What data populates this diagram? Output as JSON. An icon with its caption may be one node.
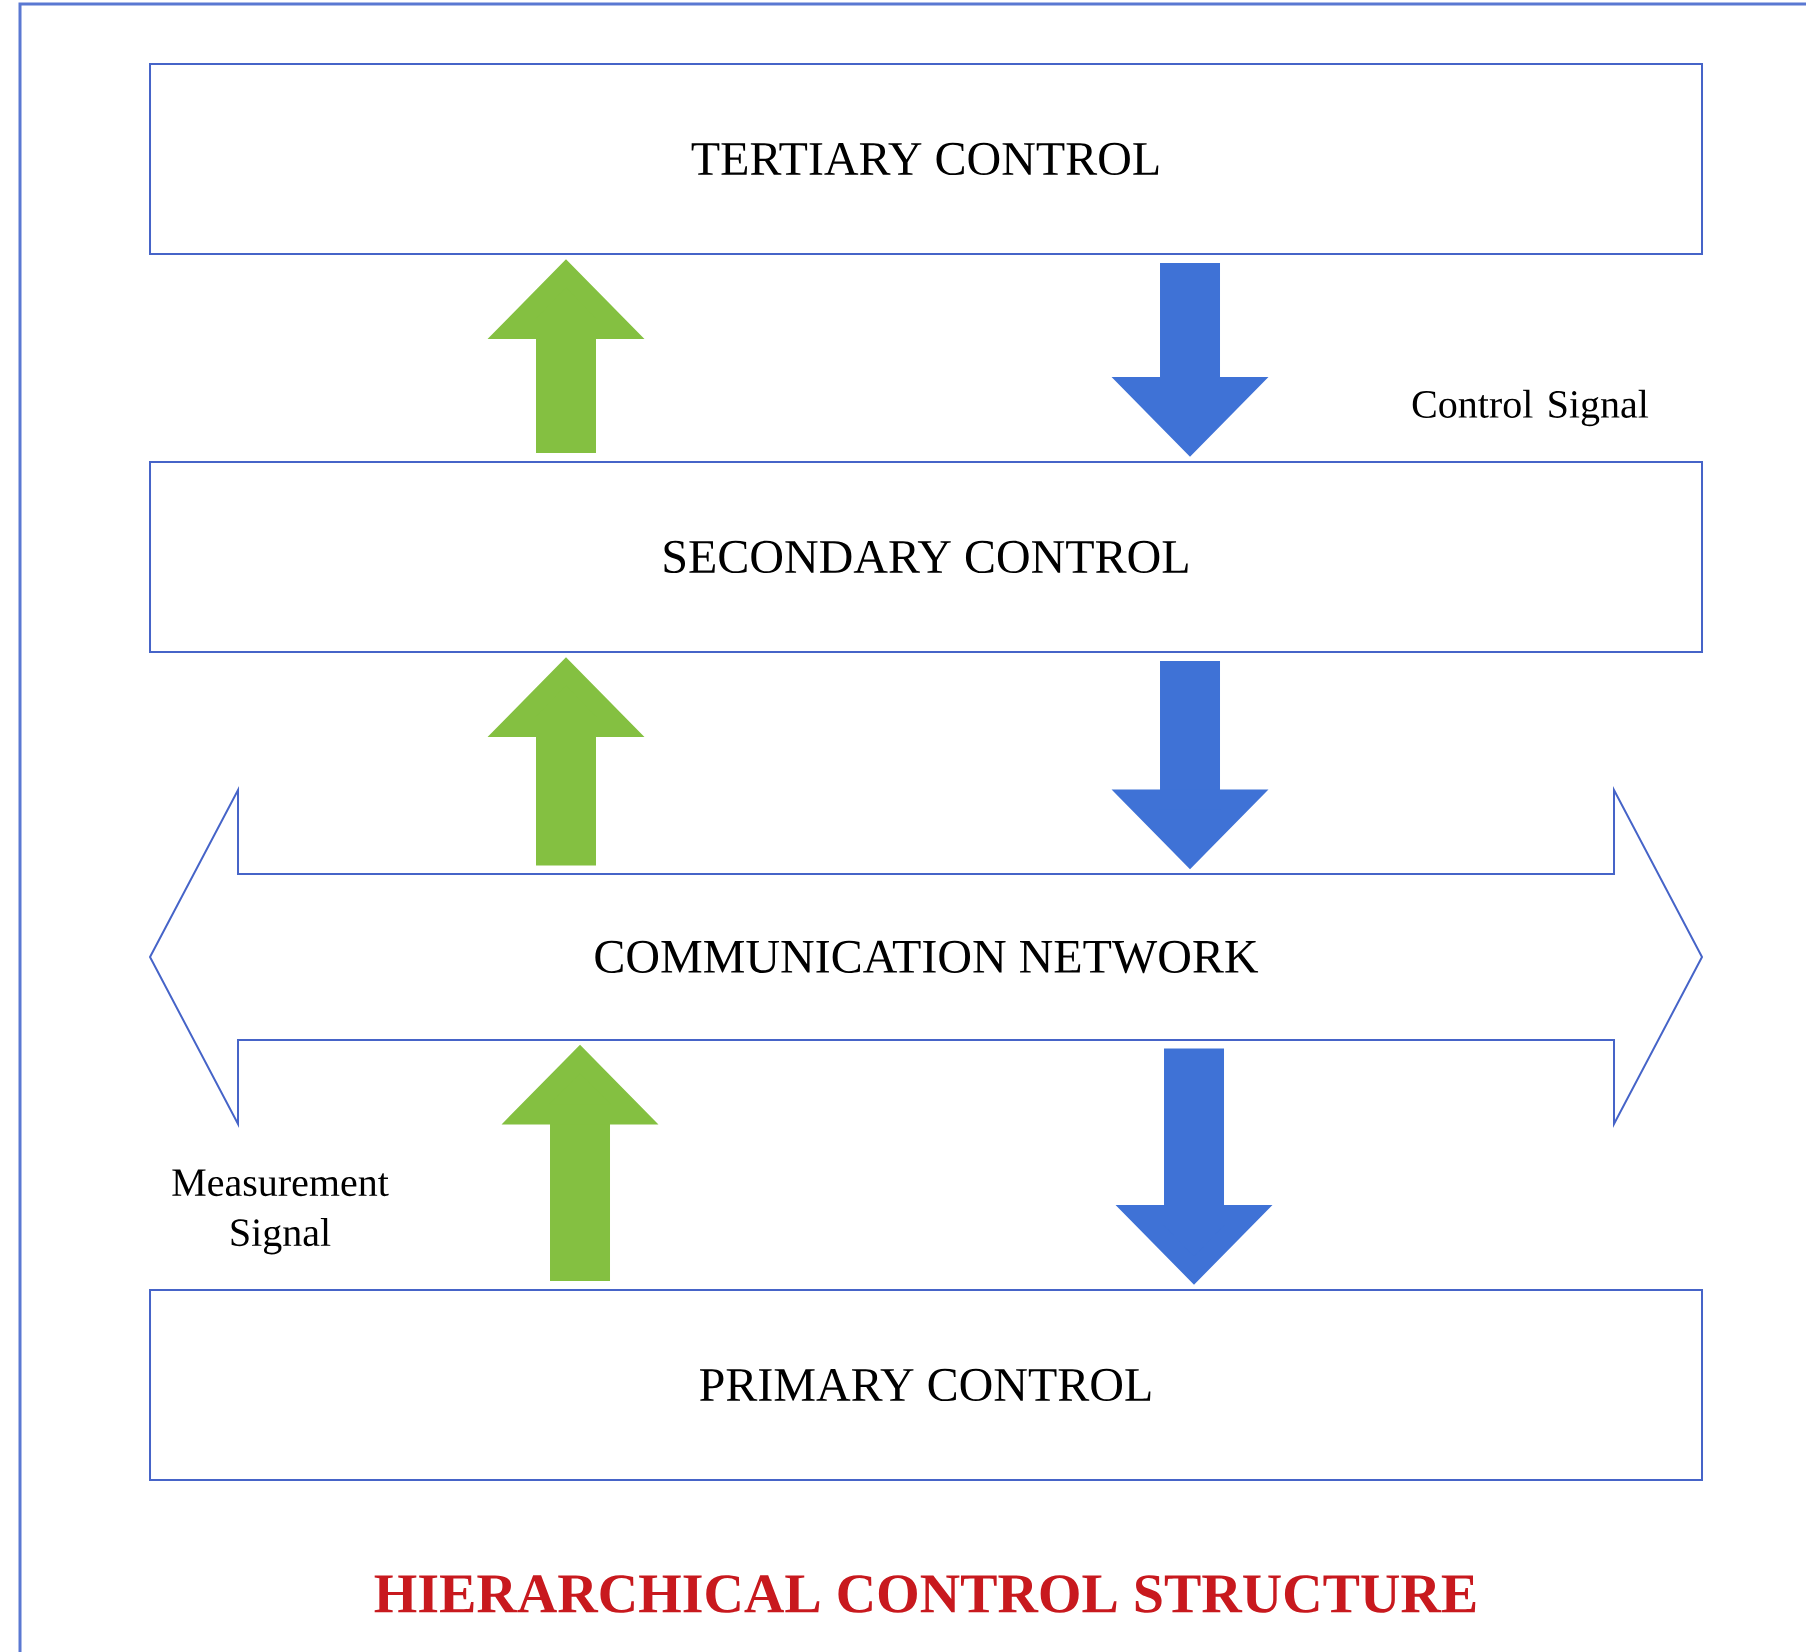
{
  "diagram": {
    "caption": "HIERARCHICAL CONTROL STRUCTURE",
    "nodes": [
      {
        "text": [
          "TERTIARY CONTROL"
        ]
      },
      {
        "text": [
          "SECONDARY CONTROL"
        ]
      },
      {
        "text": [
          "COMMUNICATION NETWORK"
        ]
      },
      {
        "text": [
          "PRIMARY CONTROL"
        ]
      }
    ],
    "edges": [
      {
        "from": 1,
        "to": 0,
        "arrow": "to",
        "color": "#84c041"
      },
      {
        "from": 0,
        "to": 1,
        "arrow": "to",
        "color": "#3f72d6"
      },
      {
        "from": 2,
        "to": 1,
        "arrow": "to",
        "color": "#84c041"
      },
      {
        "from": 1,
        "to": 2,
        "arrow": "to",
        "color": "#3f72d6"
      },
      {
        "from": 3,
        "to": 2,
        "arrow": "to",
        "color": "#84c041"
      },
      {
        "from": 2,
        "to": 3,
        "arrow": "to",
        "color": "#3f72d6"
      }
    ],
    "labels": [
      "Control Signal",
      "Measurement Signal"
    ]
  }
}
